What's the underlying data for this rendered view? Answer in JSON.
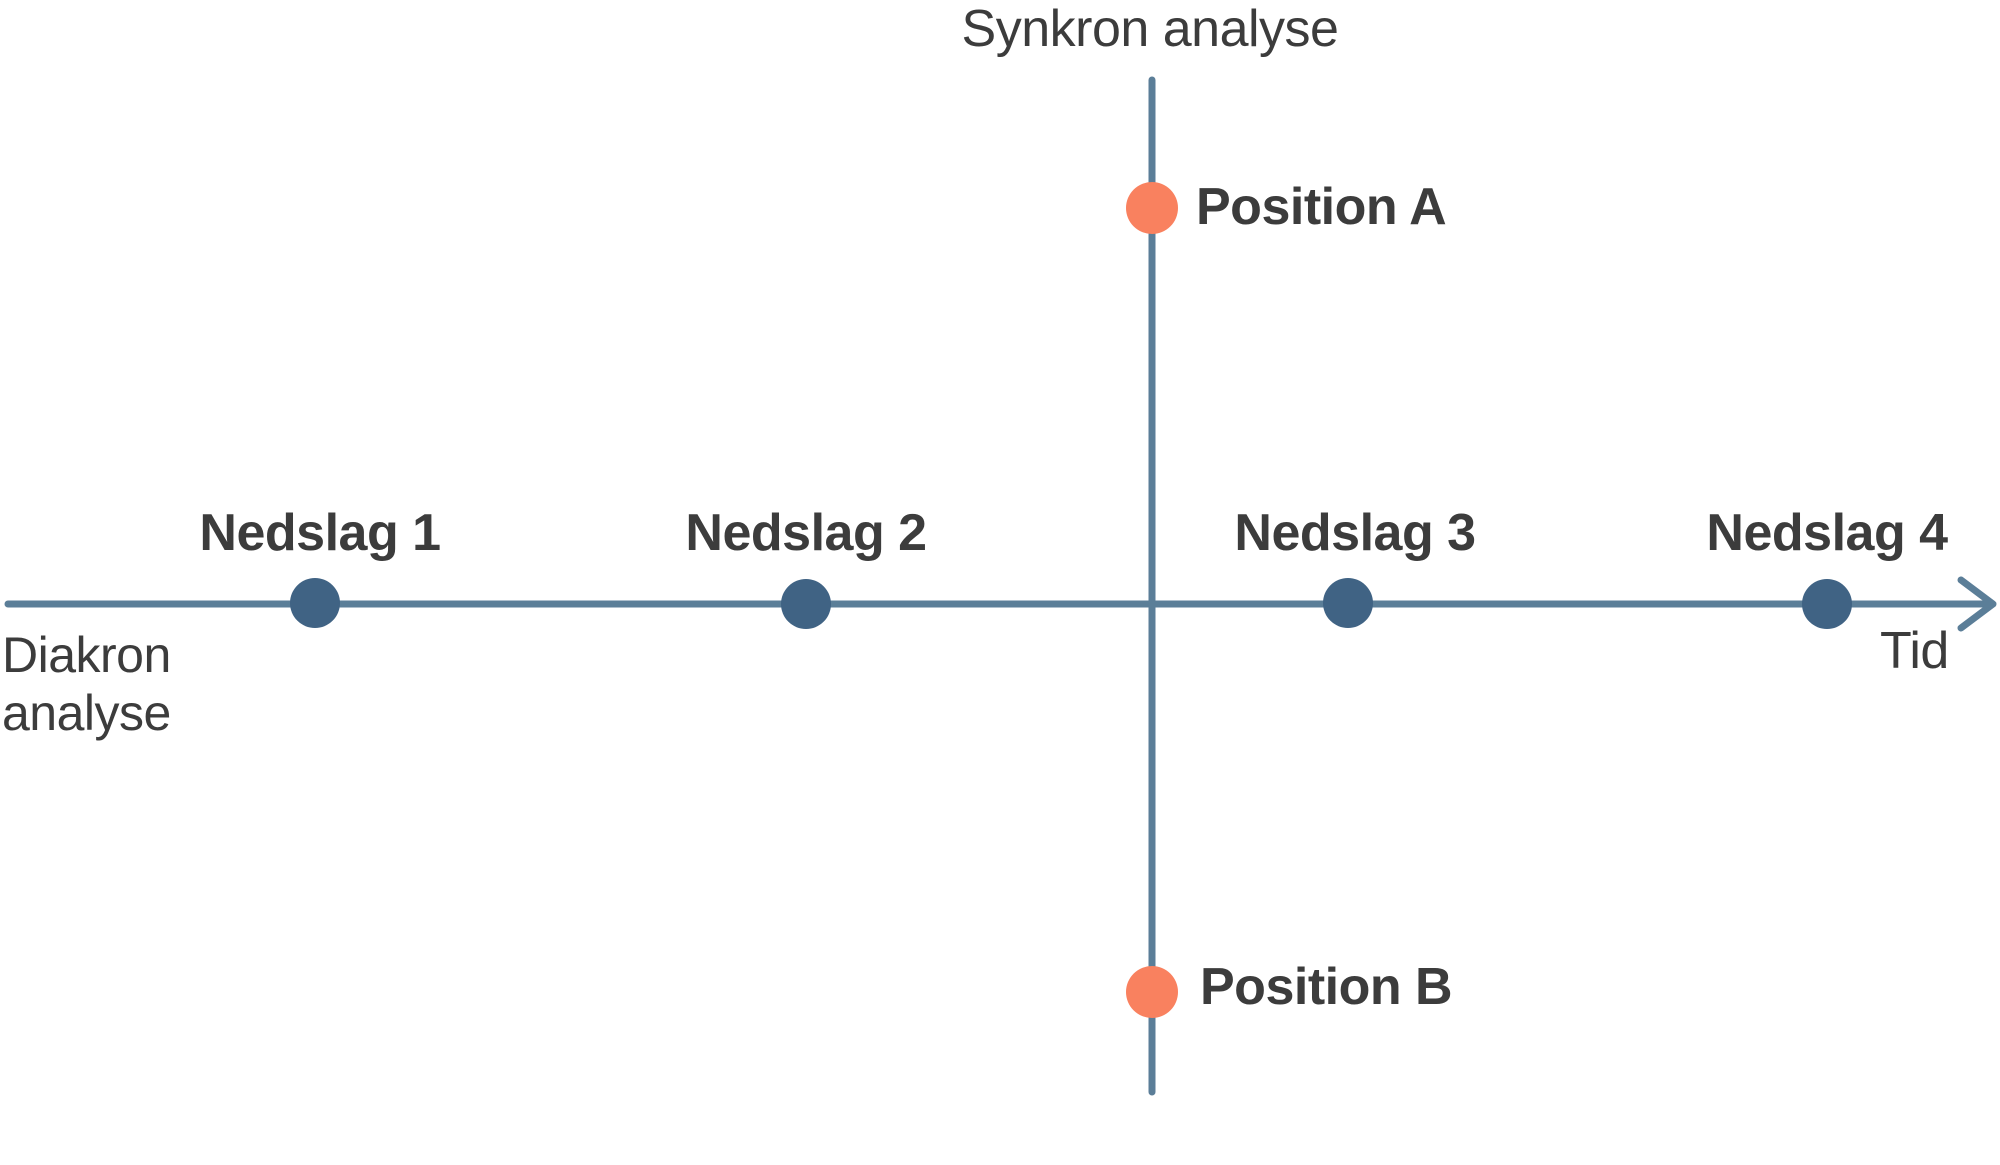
{
  "colors": {
    "axis_line": "#5b7e98",
    "timeline_marker": "#406384",
    "position_marker": "#f9815f",
    "text": "#3c3c3c"
  },
  "axes": {
    "vertical_label": "Synkron analyse",
    "horizontal_label_left": "Diakron\nanalyse",
    "horizontal_label_right": "Tid"
  },
  "timeline_points": [
    {
      "label": "Nedslag 1"
    },
    {
      "label": "Nedslag 2"
    },
    {
      "label": "Nedslag 3"
    },
    {
      "label": "Nedslag 4"
    }
  ],
  "position_points": [
    {
      "label": "Position A"
    },
    {
      "label": "Position B"
    }
  ]
}
